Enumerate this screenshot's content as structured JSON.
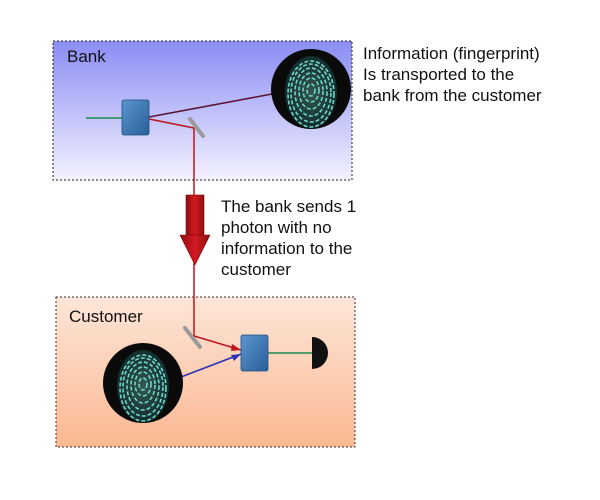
{
  "bank": {
    "label": "Bank",
    "caption_lines": [
      "Information (fingerprint)",
      "Is transported to the",
      "bank from the customer"
    ],
    "icon": "fingerprint-icon"
  },
  "transfer": {
    "caption_lines": [
      "The bank sends 1",
      "photon with no",
      "information to the",
      "customer"
    ],
    "icon": "down-arrow-icon"
  },
  "customer": {
    "label": "Customer",
    "icon": "fingerprint-icon"
  },
  "colors": {
    "bank_box_top": "#8a8cf4",
    "bank_box_bottom": "#f3f2ff",
    "customer_box_top": "#fde6d8",
    "customer_box_bottom": "#fbb892",
    "beam_red": "#c0151b",
    "beam_dark_red": "#5a1433",
    "beam_blue": "#2a2fb3",
    "beam_green": "#1a8a4a",
    "splitter": "#3b78b8",
    "mirror": "#9a9a9a",
    "arrow": "#c0131a"
  }
}
